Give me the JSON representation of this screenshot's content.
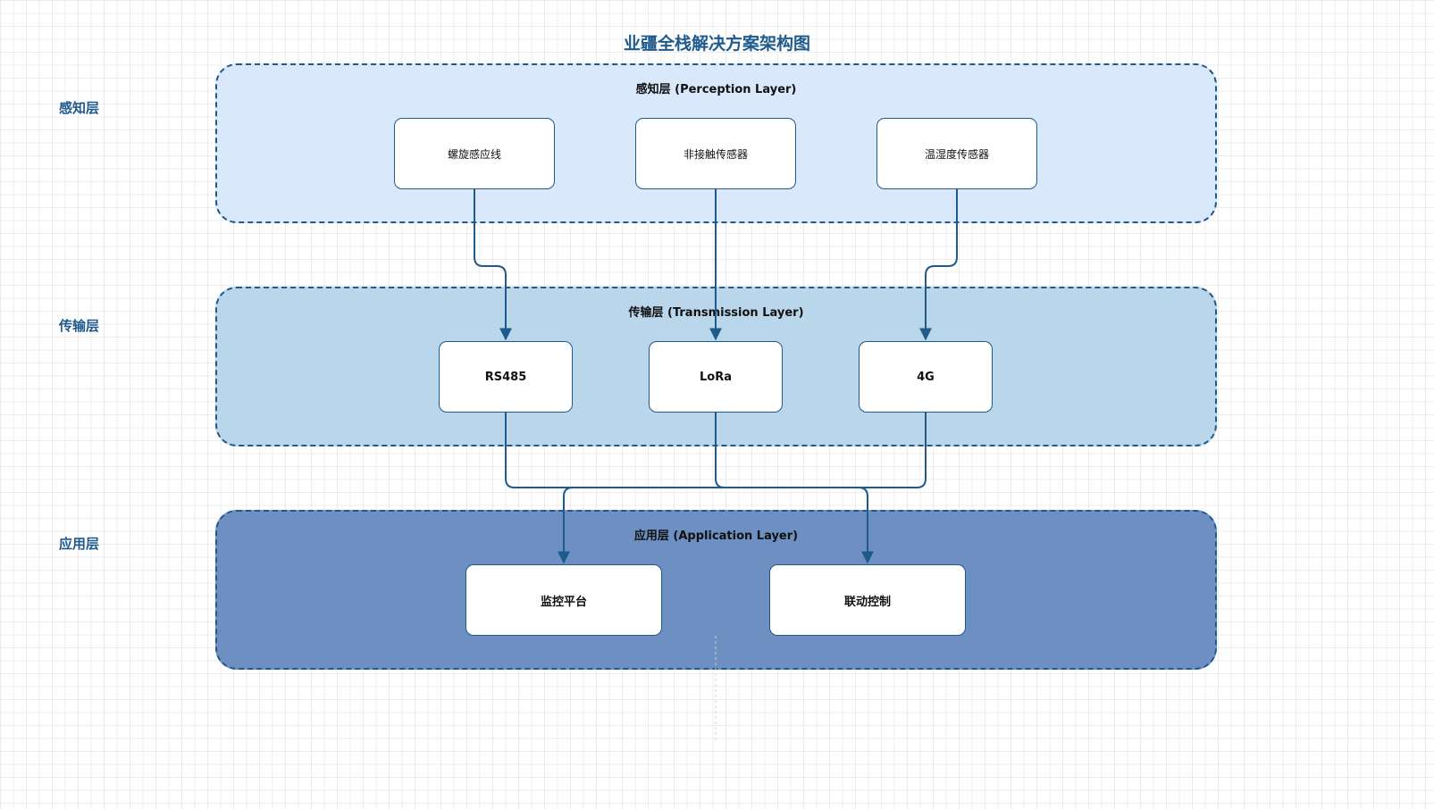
{
  "diagram": {
    "title": "业疆全栈解决方案架构图",
    "side_labels": [
      "感知层",
      "传输层",
      "应用层"
    ],
    "layers": [
      {
        "title": "感知层 (Perception Layer)",
        "color": "#d9e8fb",
        "nodes": [
          "螺旋感应线",
          "非接触传感器",
          "温湿度传感器"
        ]
      },
      {
        "title": "传输层 (Transmission Layer)",
        "color": "#b9d6ea",
        "nodes": [
          "RS485",
          "LoRa",
          "4G"
        ]
      },
      {
        "title": "应用层 (Application Layer)",
        "color": "#6d8fc1",
        "nodes": [
          "监控平台",
          "联动控制"
        ]
      }
    ],
    "connections": [
      {
        "from": "螺旋感应线",
        "to": "RS485"
      },
      {
        "from": "非接触传感器",
        "to": "LoRa"
      },
      {
        "from": "温湿度传感器",
        "to": "4G"
      },
      {
        "from": "RS485",
        "to": "监控平台"
      },
      {
        "from": "RS485",
        "to": "联动控制"
      },
      {
        "from": "LoRa",
        "to": "监控平台"
      },
      {
        "from": "LoRa",
        "to": "联动控制"
      },
      {
        "from": "4G",
        "to": "监控平台"
      },
      {
        "from": "4G",
        "to": "联动控制"
      }
    ],
    "edge_color": "#1f5a8c",
    "border_color": "#1f5a8c"
  }
}
